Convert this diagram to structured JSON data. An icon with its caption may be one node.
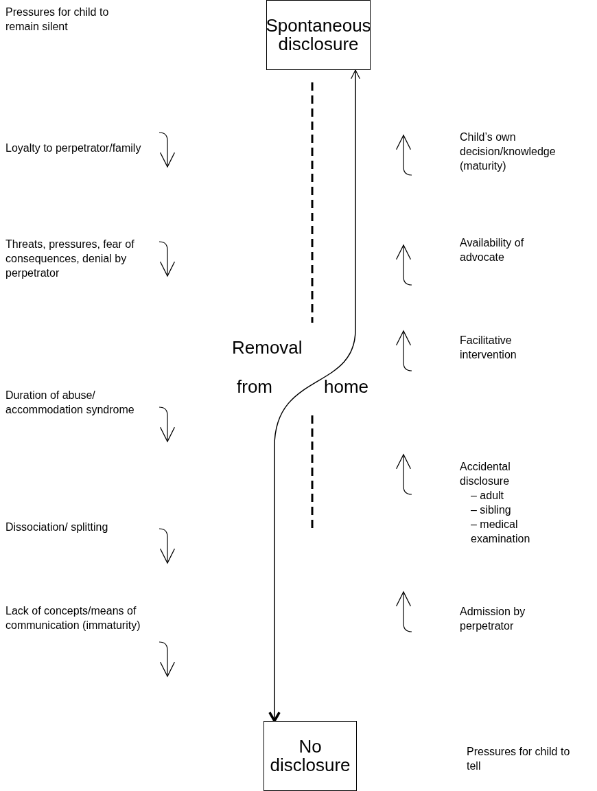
{
  "diagram": {
    "nodes": [
      {
        "text": [
          "Spontaneous disclosure"
        ]
      },
      {
        "text": [
          "No disclosure"
        ]
      }
    ],
    "edges": [
      {
        "from": 0,
        "to": 1,
        "arrow": "both"
      }
    ],
    "labels": [
      "Pressures for child to remain silent",
      "Loyalty to perpetrator/family",
      "Threats, pressures, fear of consequences, denial by perpetrator",
      "Duration of abuse/ accommodation syndrome",
      "Dissociation/ splitting",
      "Lack of concepts/means of communication (immaturity)",
      "Child’s own decision/knowledge (maturity)",
      "Availability of advocate",
      "Facilitative intervention",
      "Accidental disclosure",
      "– adult",
      "– sibling",
      "– medical examination",
      "Admission by perpetrator",
      "Removal",
      "from",
      "home",
      "Pressures for child to tell"
    ]
  }
}
